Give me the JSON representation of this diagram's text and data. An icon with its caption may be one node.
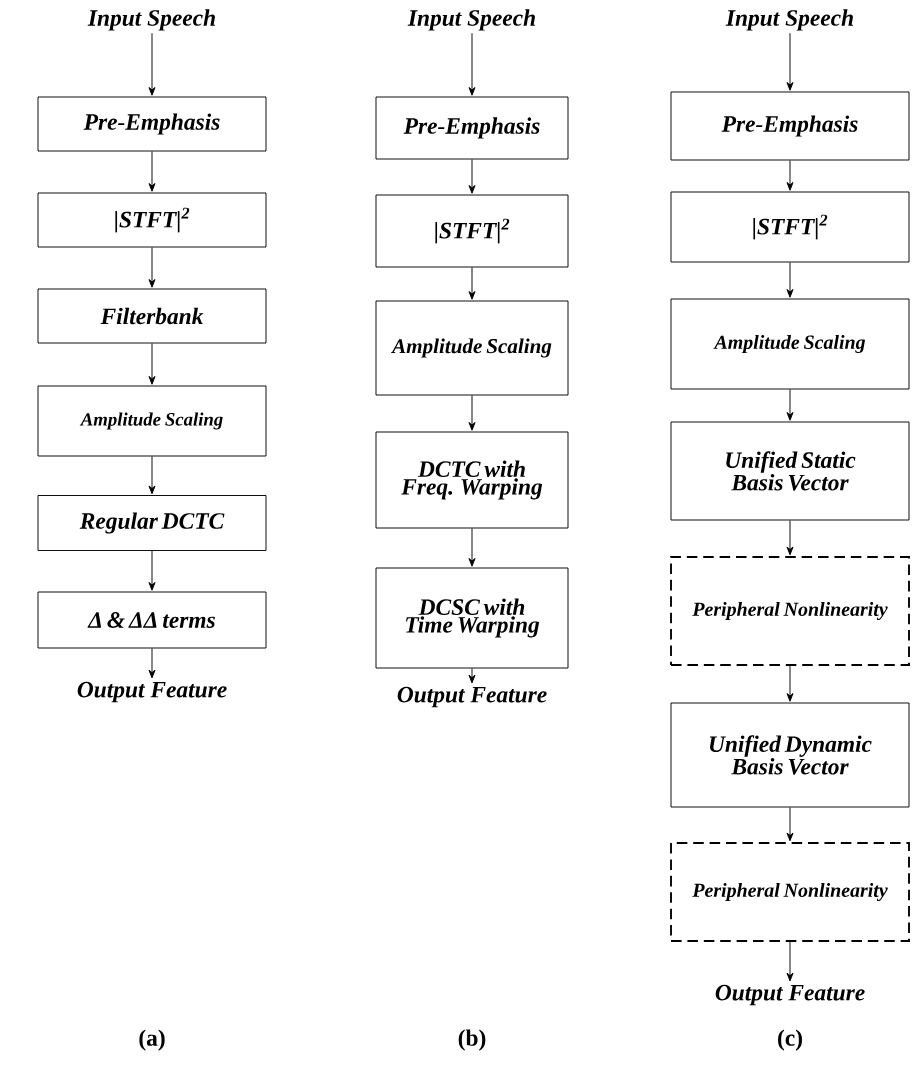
{
  "diagram": {
    "nodes": [
      {
        "text": [
          "Input Speech"
        ]
      },
      {
        "text": [
          "Pre-Emphasis"
        ]
      },
      {
        "text": [
          "|STFT|$^{2}$"
        ]
      },
      {
        "text": [
          "Filterbank"
        ]
      },
      {
        "text": [
          "Amplitude Scaling"
        ]
      },
      {
        "text": [
          "Regular DCTC"
        ]
      },
      {
        "text": [
          "Δ & ΔΔ terms"
        ]
      },
      {
        "text": [
          "Output Feature"
        ]
      },
      {
        "text": [
          "Input Speech"
        ]
      },
      {
        "text": [
          "Pre-Emphasis"
        ]
      },
      {
        "text": [
          "|STFT|$^{2}$"
        ]
      },
      {
        "text": [
          "Amplitude Scaling"
        ]
      },
      {
        "text": [
          "DCTC with Freq. Warping"
        ]
      },
      {
        "text": [
          "DCSC with Time Warping"
        ]
      },
      {
        "text": [
          "Output Feature"
        ]
      },
      {
        "text": [
          "Input Speech"
        ]
      },
      {
        "text": [
          "Pre-Emphasis"
        ]
      },
      {
        "text": [
          "|STFT|$^{2}$"
        ]
      },
      {
        "text": [
          "Amplitude Scaling"
        ]
      },
      {
        "text": [
          "Unified Static Basis Vector"
        ]
      },
      {
        "text": [
          "Peripheral Nonlinearity"
        ]
      },
      {
        "text": [
          "Unified Dynamic Basis Vector"
        ]
      },
      {
        "text": [
          "Peripheral Nonlinearity"
        ]
      },
      {
        "text": [
          "Output Feature"
        ]
      }
    ],
    "edges": [
      {
        "from": 0,
        "to": 1,
        "arrow": "to"
      },
      {
        "from": 1,
        "to": 2,
        "arrow": "to"
      },
      {
        "from": 2,
        "to": 3,
        "arrow": "to"
      },
      {
        "from": 3,
        "to": 4,
        "arrow": "to"
      },
      {
        "from": 4,
        "to": 5,
        "arrow": "to"
      },
      {
        "from": 5,
        "to": 6,
        "arrow": "to"
      },
      {
        "from": 6,
        "to": 7,
        "arrow": "to"
      },
      {
        "from": 8,
        "to": 9,
        "arrow": "to"
      },
      {
        "from": 9,
        "to": 10,
        "arrow": "to"
      },
      {
        "from": 10,
        "to": 11,
        "arrow": "to"
      },
      {
        "from": 11,
        "to": 12,
        "arrow": "to"
      },
      {
        "from": 12,
        "to": 13,
        "arrow": "to"
      },
      {
        "from": 13,
        "to": 14,
        "arrow": "to"
      },
      {
        "from": 15,
        "to": 16,
        "arrow": "to"
      },
      {
        "from": 16,
        "to": 17,
        "arrow": "to"
      },
      {
        "from": 17,
        "to": 18,
        "arrow": "to"
      },
      {
        "from": 18,
        "to": 19,
        "arrow": "to"
      },
      {
        "from": 19,
        "to": 20,
        "arrow": "to"
      },
      {
        "from": 20,
        "to": 21,
        "arrow": "to"
      },
      {
        "from": 21,
        "to": 22,
        "arrow": "to"
      },
      {
        "from": 22,
        "to": 23,
        "arrow": "to"
      }
    ],
    "labels": [
      "(a)",
      "(b)",
      "(c)"
    ]
  }
}
